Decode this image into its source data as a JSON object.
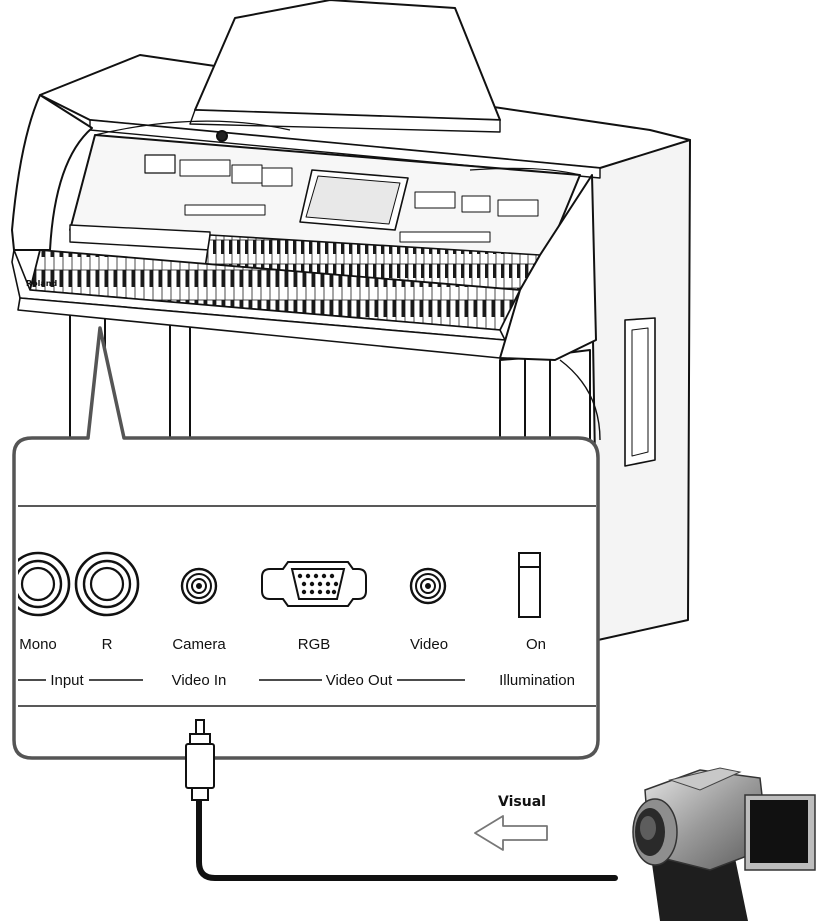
{
  "brand": "Roland",
  "panel": {
    "jacks": [
      {
        "label": "Mono"
      },
      {
        "label": "R"
      },
      {
        "label": "Camera"
      },
      {
        "label": "RGB"
      },
      {
        "label": "Video"
      },
      {
        "label": "On"
      }
    ],
    "groups": {
      "input": "Input",
      "video_in": "Video In",
      "video_out": "Video Out",
      "illumination": "Illumination"
    }
  },
  "arrow_label": "Visual"
}
